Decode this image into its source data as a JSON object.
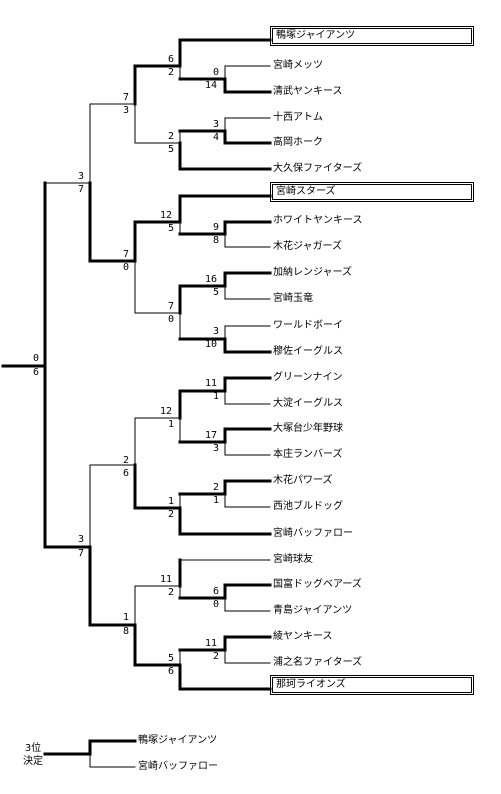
{
  "teams": [
    "鴨塚ジャイアンツ",
    "宮崎メッツ",
    "清武ヤンキース",
    "十西アトム",
    "高岡ホーク",
    "大久保ファイターズ",
    "宮崎スターズ",
    "ホワイトヤンキース",
    "木花ジャガーズ",
    "加納レンジャーズ",
    "宮崎玉竜",
    "ワールドボーイ",
    "穆佐イーグルス",
    "グリーンナイン",
    "大淀イーグルス",
    "大塚台少年野球",
    "本庄ランバーズ",
    "木花パワーズ",
    "西池ブルドッグ",
    "宮崎バッファロー",
    "宮崎球友",
    "国富ドッグベアーズ",
    "青島ジャイアンツ",
    "綾ヤンキース",
    "浦之名ファイターズ",
    "那珂ライオンズ"
  ],
  "boxed_teams": [
    "鴨塚ジャイアンツ",
    "宮崎スターズ",
    "那珂ライオンズ"
  ],
  "scores": {
    "r1_m1": [
      "0",
      "14"
    ],
    "r1_m2": [
      "3",
      "4"
    ],
    "r1_m3": [
      "9",
      "8"
    ],
    "r1_m4": [
      "16",
      "5"
    ],
    "r1_m5": [
      "3",
      "10"
    ],
    "r1_m6": [
      "11",
      "1"
    ],
    "r1_m7": [
      "17",
      "3"
    ],
    "r1_m8": [
      "2",
      "1"
    ],
    "r1_m9": [
      "6",
      "0"
    ],
    "r1_m10": [
      "11",
      "2"
    ],
    "r2_m1": [
      "6",
      "2"
    ],
    "r2_m2": [
      "2",
      "5"
    ],
    "r2_m3": [
      "12",
      "5"
    ],
    "r2_m4": [
      "7",
      "0"
    ],
    "r2_m5": [
      "12",
      "1"
    ],
    "r2_m6": [
      "1",
      "2"
    ],
    "r2_m7": [
      "11",
      "2"
    ],
    "r2_m8": [
      "5",
      "6"
    ],
    "r3_m1": [
      "7",
      "3"
    ],
    "r3_m2": [
      "7",
      "0"
    ],
    "r3_m3": [
      "2",
      "6"
    ],
    "r3_m4": [
      "1",
      "8"
    ],
    "semi_top": [
      "3",
      "7"
    ],
    "semi_bottom": [
      "3",
      "7"
    ],
    "final": [
      "0",
      "6"
    ]
  },
  "third_place": {
    "label": "3位\n決定",
    "teams": [
      "鴨塚ジャイアンツ",
      "宮崎バッファロー"
    ]
  }
}
